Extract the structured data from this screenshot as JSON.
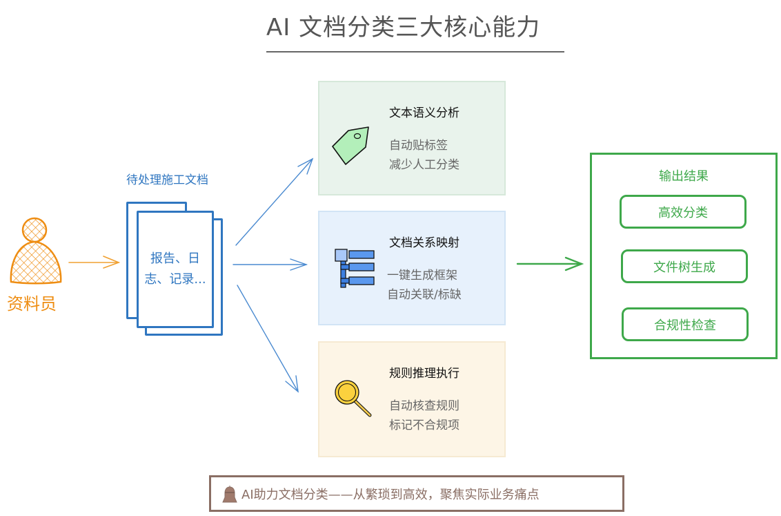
{
  "title": "AI 文档分类三大核心能力",
  "person": {
    "label": "资料员",
    "icon": "person-icon",
    "color": "#ee8d12"
  },
  "documents": {
    "title": "待处理施工文档",
    "content_lines": [
      "报告、日",
      "志、记录..."
    ],
    "color": "#2f76c0"
  },
  "capabilities": [
    {
      "title": "文本语义分析",
      "desc": [
        "自动贴标签",
        "减少人工分类"
      ],
      "icon": "tag-icon",
      "bg": "#e9f3ec"
    },
    {
      "title": "文档关系映射",
      "desc": [
        "一键生成框架",
        "自动关联/标缺"
      ],
      "icon": "tree-structure-icon",
      "bg": "#e7f1fc"
    },
    {
      "title": "规则推理执行",
      "desc": [
        "自动核查规则",
        "标记不合规项"
      ],
      "icon": "magnifier-icon",
      "bg": "#fdf5e6"
    }
  ],
  "output": {
    "title": "输出结果",
    "items": [
      "高效分类",
      "文件树生成",
      "合规性检查"
    ],
    "color": "#3ea84a"
  },
  "footer": {
    "text": "AI助力文档分类——从繁琐到高效，聚焦实际业务痛点",
    "icon": "bell-icon",
    "color": "#8a6e64"
  }
}
